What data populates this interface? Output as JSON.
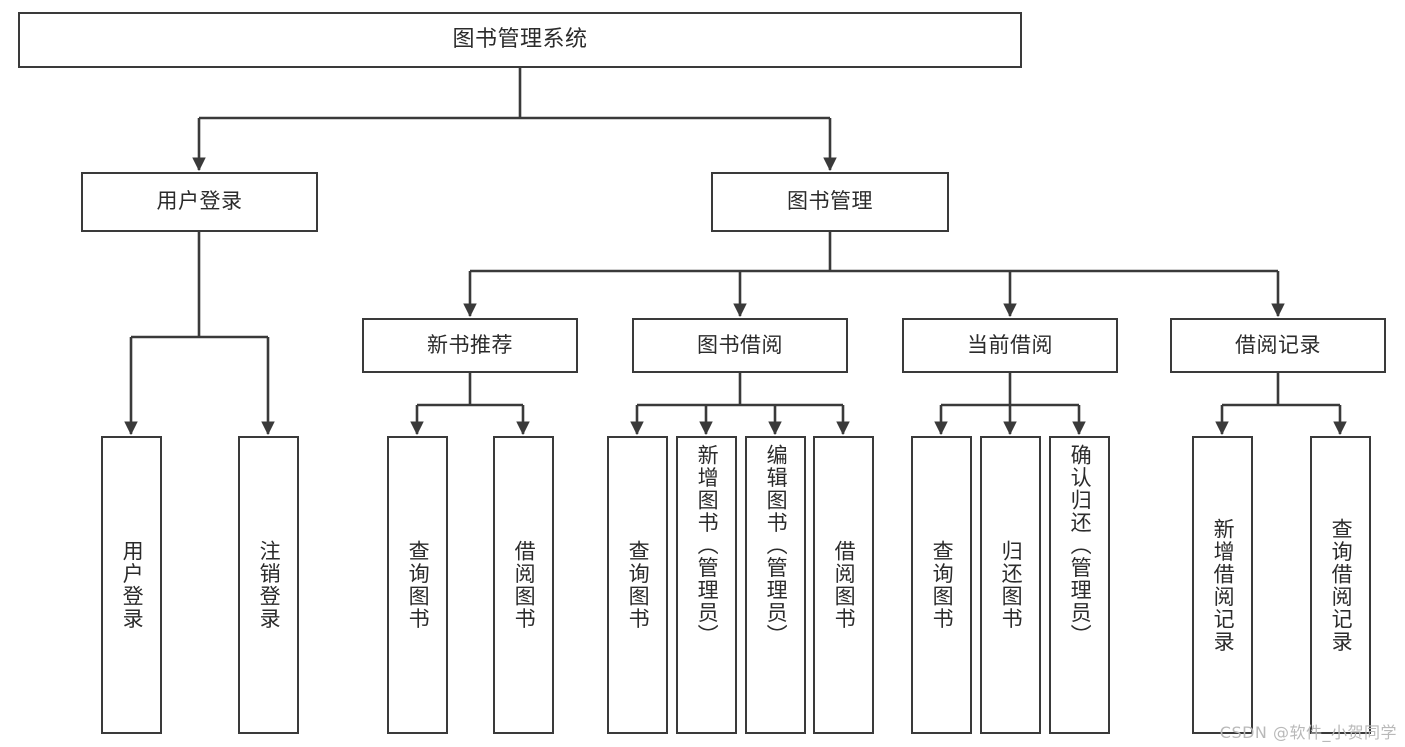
{
  "diagram": {
    "title": "图书管理系统",
    "type": "tree-hierarchy",
    "colors": {
      "stroke": "#3a3a3a",
      "fill": "#ffffff",
      "text": "#2b2b2b",
      "watermark": "#b9b9b9"
    },
    "root": {
      "label": "图书管理系统"
    },
    "level2": [
      {
        "label": "用户登录"
      },
      {
        "label": "图书管理"
      }
    ],
    "level3": [
      {
        "label": "新书推荐"
      },
      {
        "label": "图书借阅"
      },
      {
        "label": "当前借阅"
      },
      {
        "label": "借阅记录"
      }
    ],
    "leaves": {
      "user_login": [
        {
          "label": "用户登录"
        },
        {
          "label": "注销登录"
        }
      ],
      "new_book_recommend": [
        {
          "label": "查询图书"
        },
        {
          "label": "借阅图书"
        }
      ],
      "book_borrow": [
        {
          "label": "查询图书"
        },
        {
          "label": "新增图书（管理员）"
        },
        {
          "label": "编辑图书（管理员）"
        },
        {
          "label": "借阅图书"
        }
      ],
      "current_borrow": [
        {
          "label": "查询图书"
        },
        {
          "label": "归还图书"
        },
        {
          "label": "确认归还（管理员）"
        }
      ],
      "borrow_record": [
        {
          "label": "新增借阅记录"
        },
        {
          "label": "查询借阅记录"
        }
      ]
    },
    "watermark": "CSDN @软件_小贺同学"
  }
}
